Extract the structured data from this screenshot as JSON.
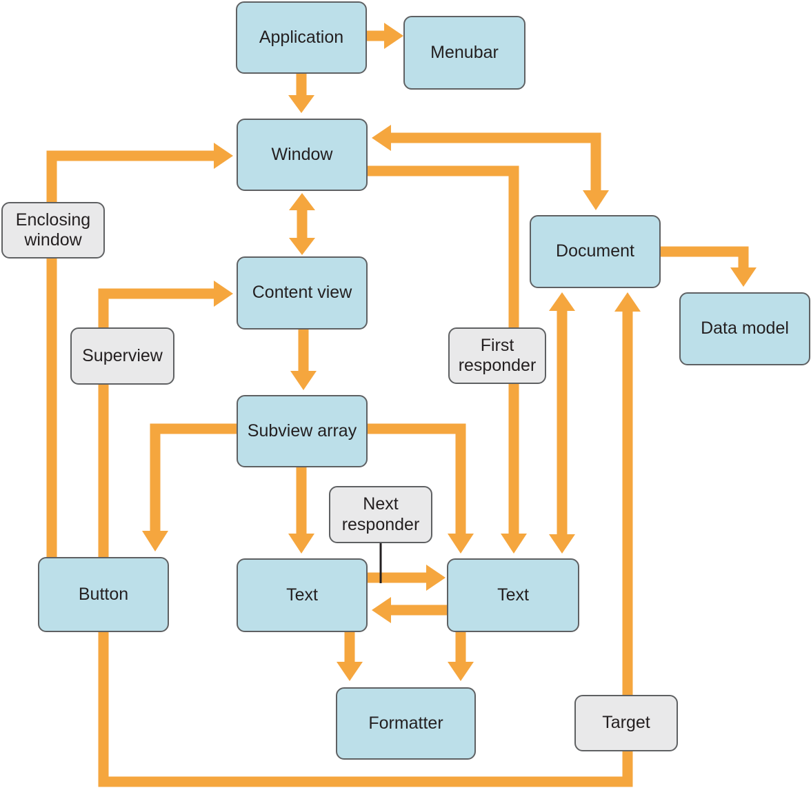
{
  "diagram": {
    "nodes": {
      "application": {
        "label": "Application",
        "type": "object"
      },
      "menubar": {
        "label": "Menubar",
        "type": "object"
      },
      "window": {
        "label": "Window",
        "type": "object"
      },
      "content_view": {
        "label": "Content view",
        "type": "object"
      },
      "subview_array": {
        "label": "Subview array",
        "type": "object"
      },
      "button": {
        "label": "Button",
        "type": "object"
      },
      "text_left": {
        "label": "Text",
        "type": "object"
      },
      "text_right": {
        "label": "Text",
        "type": "object"
      },
      "formatter": {
        "label": "Formatter",
        "type": "object"
      },
      "document": {
        "label": "Document",
        "type": "object"
      },
      "data_model": {
        "label": "Data model",
        "type": "object"
      }
    },
    "annotations": {
      "enclosing_window": {
        "label": "Enclosing window"
      },
      "superview": {
        "label": "Superview"
      },
      "first_responder": {
        "label": "First responder"
      },
      "next_responder": {
        "label": "Next responder"
      },
      "target": {
        "label": "Target"
      }
    },
    "connections": [
      {
        "from": "Application",
        "to": "Menubar",
        "arrows": "forward"
      },
      {
        "from": "Application",
        "to": "Window",
        "arrows": "forward"
      },
      {
        "from": "Window",
        "to": "Content view",
        "arrows": "both"
      },
      {
        "from": "Button",
        "to": "Window",
        "arrows": "forward",
        "via_label": "Enclosing window"
      },
      {
        "from": "Button",
        "to": "Content view",
        "arrows": "forward",
        "via_label": "Superview"
      },
      {
        "from": "Content view",
        "to": "Subview array",
        "arrows": "forward"
      },
      {
        "from": "Subview array",
        "to": "Button",
        "arrows": "forward"
      },
      {
        "from": "Subview array",
        "to": "Text (left)",
        "arrows": "forward"
      },
      {
        "from": "Subview array",
        "to": "Text (right)",
        "arrows": "forward"
      },
      {
        "from": "Window",
        "to": "Text (right)",
        "arrows": "forward",
        "via_label": "First responder"
      },
      {
        "from": "Window",
        "to": "Document",
        "arrows": "both"
      },
      {
        "from": "Document",
        "to": "Text (right)",
        "arrows": "both"
      },
      {
        "from": "Document",
        "to": "Data model",
        "arrows": "forward"
      },
      {
        "from": "Text (left)",
        "to": "Text (right)",
        "arrows": "forward",
        "via_label": "Next responder"
      },
      {
        "from": "Text (right)",
        "to": "Text (left)",
        "arrows": "forward"
      },
      {
        "from": "Text (left)",
        "to": "Formatter",
        "arrows": "forward"
      },
      {
        "from": "Text (right)",
        "to": "Formatter",
        "arrows": "forward"
      },
      {
        "from": "Button",
        "to": "Document",
        "arrows": "forward",
        "via_label": "Target"
      }
    ],
    "colors": {
      "connector": "#F5A63E",
      "node_fill": "#BCDFE9",
      "annotation_fill": "#E9E9EA",
      "node_border": "#5E6062",
      "text": "#231F20",
      "background": "#FFFFFF"
    }
  }
}
